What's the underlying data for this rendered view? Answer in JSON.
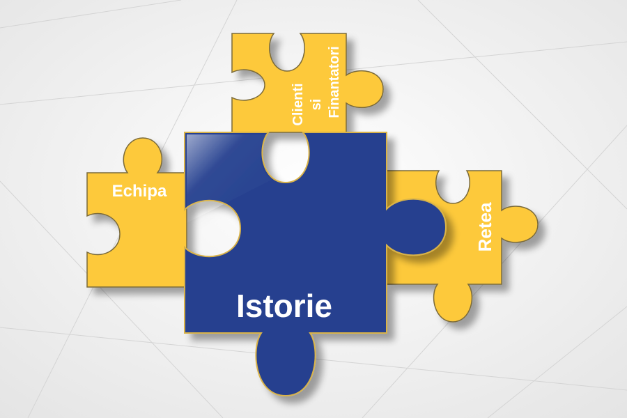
{
  "pieces": {
    "echipa": {
      "label": "Echipa"
    },
    "clienti": {
      "lines": [
        "Clienti",
        "si",
        "Finantatori"
      ]
    },
    "retea": {
      "label": "Retea"
    },
    "istorie": {
      "label": "Istorie"
    }
  },
  "colors": {
    "background": "#f2f2f2",
    "yellow_piece": "#fdc93a",
    "blue_piece": "#25408f",
    "outline": "#7a6a3a",
    "text": "#ffffff"
  }
}
